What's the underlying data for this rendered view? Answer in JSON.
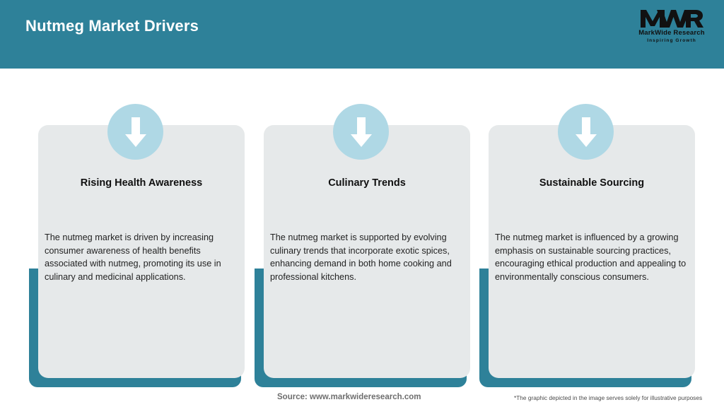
{
  "header": {
    "title": "Nutmeg Market Drivers",
    "bar_color": "#2E8199",
    "title_color": "#FFFFFF"
  },
  "logo": {
    "mark": "MWR",
    "name": "MarkWide Research",
    "tagline": "Inspiring Growth"
  },
  "theme": {
    "teal": "#2E8199",
    "panel_grey": "#E6E9EA",
    "circle_blue": "#AFD8E5",
    "arrow_white": "#FFFFFF"
  },
  "cards": [
    {
      "icon": "down-arrow-icon",
      "title": "Rising Health Awareness",
      "body": "The nutmeg market is driven by increasing consumer awareness of health benefits associated with nutmeg, promoting its use in culinary and medicinal applications."
    },
    {
      "icon": "down-arrow-icon",
      "title": "Culinary Trends",
      "body": "The nutmeg market is supported by evolving culinary trends that incorporate exotic spices, enhancing demand in both home cooking and professional kitchens."
    },
    {
      "icon": "down-arrow-icon",
      "title": "Sustainable Sourcing",
      "body": "The nutmeg market is influenced by a growing emphasis on sustainable sourcing practices, encouraging ethical production and appealing to environmentally conscious consumers."
    }
  ],
  "footer": {
    "source": "Source: www.markwideresearch.com",
    "disclaimer": "*The graphic depicted in the image serves solely for illustrative purposes"
  }
}
